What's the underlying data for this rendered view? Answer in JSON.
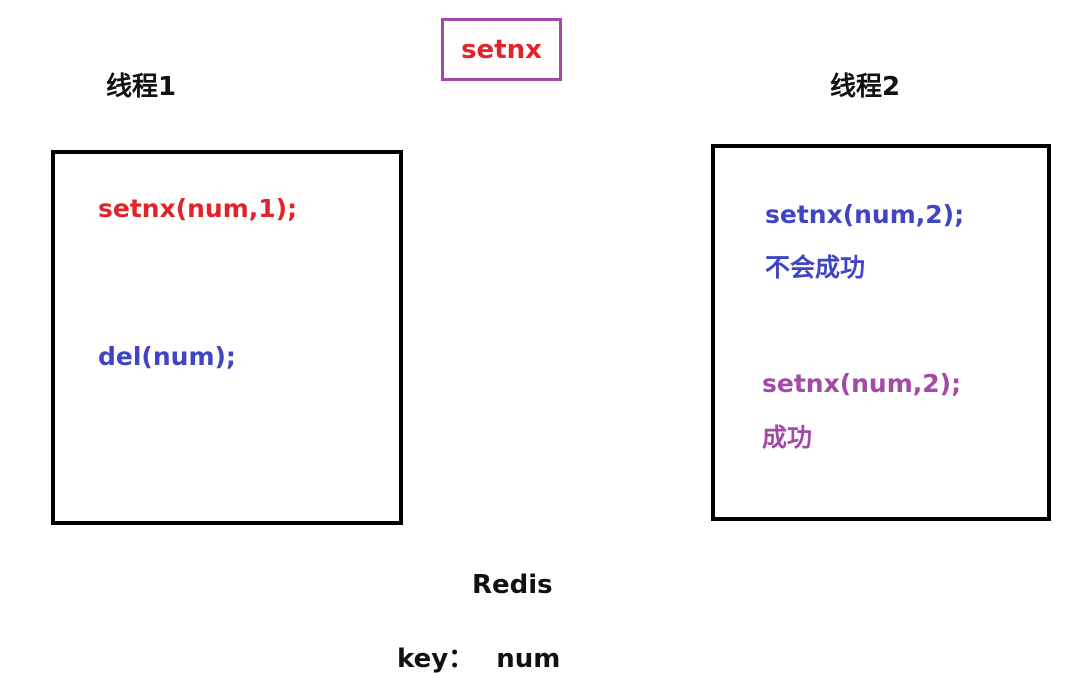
{
  "title": "setnx",
  "thread1": {
    "label": "线程1",
    "lines": [
      "setnx(num,1);",
      "del(num);"
    ]
  },
  "thread2": {
    "label": "线程2",
    "lines": [
      "setnx(num,2);",
      "不会成功",
      "setnx(num,2);",
      "成功"
    ]
  },
  "redis": {
    "label": "Redis",
    "key_label": "key：",
    "key_value": "num"
  },
  "colors": {
    "red": "#e3232a",
    "blue": "#3f45c4",
    "purple": "#a24aa6"
  }
}
